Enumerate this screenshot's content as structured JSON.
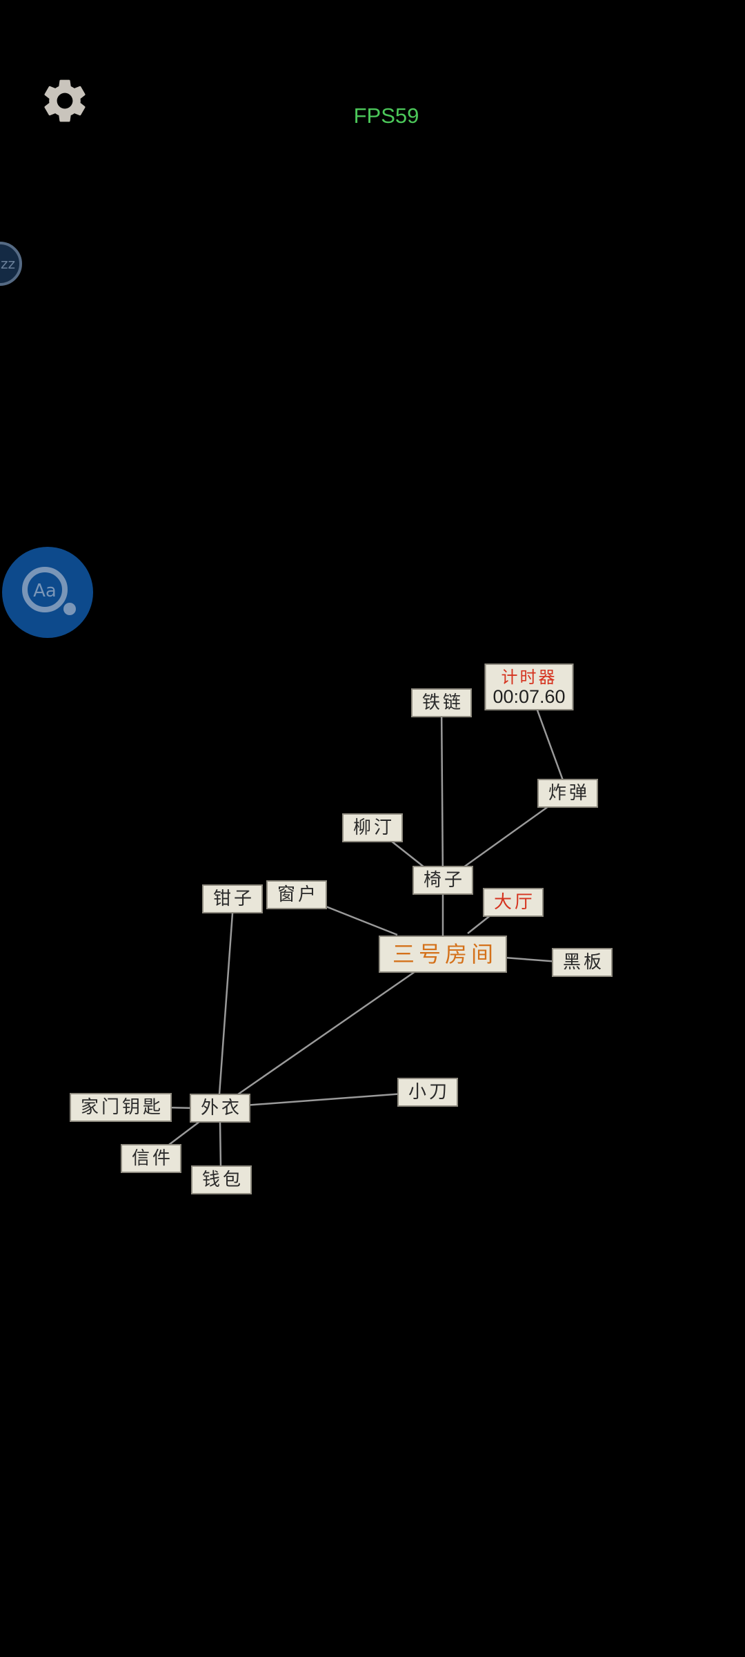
{
  "hud": {
    "fps_text": "FPS59",
    "zz_text": "zz"
  },
  "icons": {
    "settings": "gear-icon",
    "font_tool": "font-magnifier-icon"
  },
  "colors": {
    "background": "#000000",
    "fps": "#4cc85a",
    "node_bg": "#e9e6d9",
    "node_text": "#2a2a2a",
    "accent_red": "#d5331f",
    "accent_orange": "#d4711a",
    "line": "#9a9a9a"
  },
  "map": {
    "center": "三号房间",
    "hall": "大厅",
    "chair": "椅子",
    "chain": "铁链",
    "timer_label": "计时器",
    "timer_value": "00:07.60",
    "bomb": "炸弹",
    "willow": "柳汀",
    "window": "窗户",
    "pliers": "钳子",
    "blackboard": "黑板",
    "coat": "外衣",
    "home_key": "家门钥匙",
    "letter": "信件",
    "wallet": "钱包",
    "knife": "小刀"
  }
}
